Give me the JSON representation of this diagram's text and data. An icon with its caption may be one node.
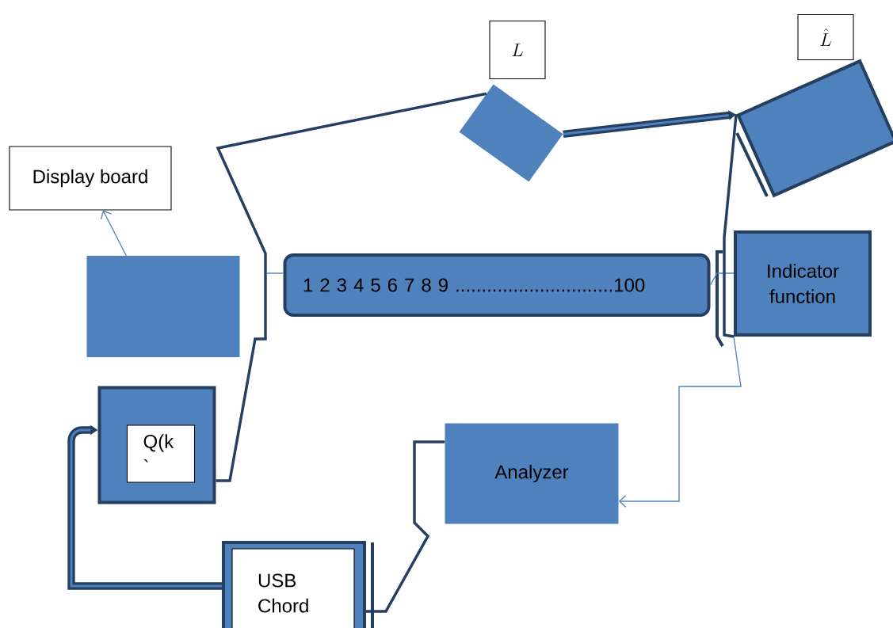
{
  "diagram": {
    "nodes": [
      {
        "text": [
          "Display board"
        ]
      },
      {
        "text": [],
        "shape": "box"
      },
      {
        "text": [
          "1 2 3 4 5 6 7 8 9 ..............................100"
        ]
      },
      {
        "text": [
          "Indicator function"
        ]
      },
      {
        "text": [],
        "shape": "box"
      },
      {
        "text": [
          "L"
        ]
      },
      {
        "text": [],
        "shape": "box"
      },
      {
        "text": [
          "\\hat{L}"
        ]
      },
      {
        "text": [],
        "shape": "box"
      },
      {
        "text": [
          "Q(k `"
        ],
        "in": 8
      },
      {
        "text": [
          "Analyzer"
        ]
      },
      {
        "text": [],
        "shape": "box"
      },
      {
        "text": [
          "USB Chord"
        ],
        "in": 11
      }
    ],
    "edges": [
      {
        "from": 1,
        "to": 0,
        "arrow": "to",
        "color": "#4f81bd"
      },
      {
        "from": 4,
        "to": 6,
        "arrow": "to",
        "style": "thick"
      },
      {
        "from": 4,
        "to": 8,
        "arrow": "none"
      },
      {
        "from": null,
        "to": 2,
        "arrow": "none",
        "color": "#4f81bd"
      },
      {
        "from": 2,
        "to": 3,
        "arrow": "none",
        "color": "#4f81bd"
      },
      {
        "from": 6,
        "to": 3,
        "arrow": "none"
      },
      {
        "from": 3,
        "to": 10,
        "arrow": "to",
        "color": "#4f81bd"
      },
      {
        "from": 10,
        "to": 11,
        "arrow": "none"
      },
      {
        "from": 11,
        "to": 8,
        "arrow": "to",
        "style": "thick"
      }
    ]
  }
}
